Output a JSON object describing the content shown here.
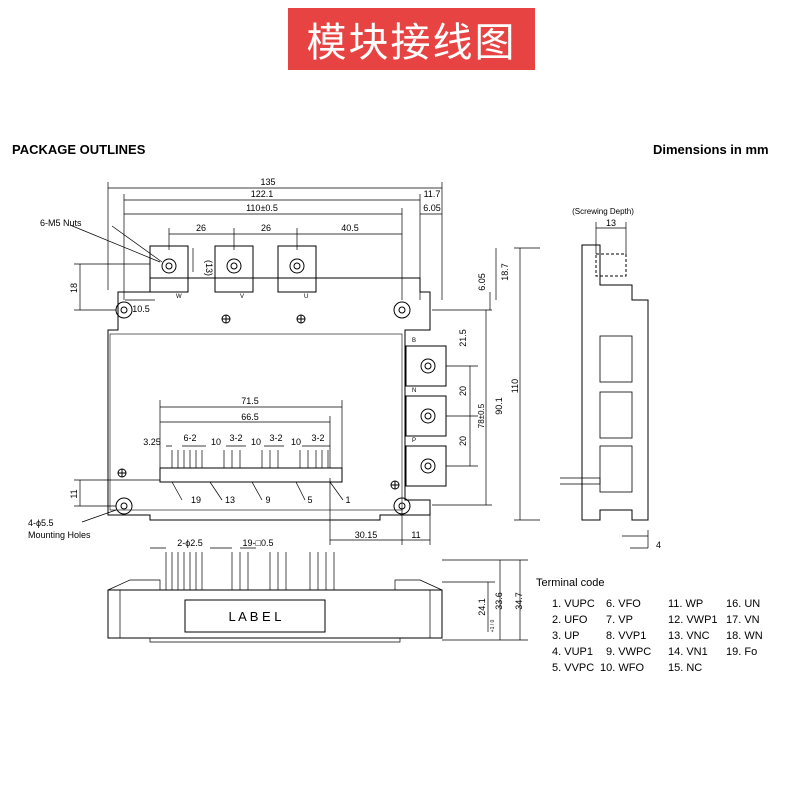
{
  "banner": {
    "title": "模块接线图",
    "bg_color": "#e84343"
  },
  "header": {
    "left": "PACKAGE OUTLINES",
    "right": "Dimensions in mm"
  },
  "top_view": {
    "dims": {
      "overall": "135",
      "span": "122.1",
      "right_end": "11.7",
      "inner": "110±0.5",
      "offset_right": "6.05",
      "pitch1": "26",
      "pitch2": "26",
      "pitch3": "40.5",
      "nut_h": "(13)",
      "height_18": "18",
      "height_10_5": "10.5",
      "r_6_05": "6.05",
      "r_18_7": "18.7",
      "r_21_5": "21.5",
      "r_20a": "20",
      "r_20b": "20",
      "r_78": "78±0.5",
      "r_90_1": "90.1",
      "r_110": "110",
      "pin_71_5": "71.5",
      "pin_66_5": "66.5",
      "pin_3_25": "3.25",
      "grp_a": "6-2",
      "grp_b": "3-2",
      "grp_c": "3-2",
      "grp_d": "3-2",
      "gap1": "10",
      "gap2": "10",
      "gap3": "10",
      "bot_11": "11",
      "bot_30_15": "30.15",
      "bot_11b": "11"
    },
    "callouts": {
      "nuts": "6-M5 Nuts",
      "holes_1": "4-ϕ5.5",
      "holes_2": "Mounting Holes"
    },
    "pin_numbers": [
      "19",
      "13",
      "9",
      "5",
      "1"
    ],
    "side_letters": [
      "B",
      "N",
      "P"
    ],
    "top_letters": [
      "W",
      "V",
      "U"
    ]
  },
  "side_view": {
    "depth_label": "(Screwing Depth)",
    "depth": "13",
    "thick": "4"
  },
  "front_view": {
    "label": "L A B E L",
    "pin_spec_1": "2-ϕ2.5",
    "pin_spec_2": "19-□0.5",
    "h_24_1": "24.1",
    "h_24_1_tol": "+1 / 0",
    "h_33_6": "33.6",
    "h_34_7": "34.7"
  },
  "terminal_code": {
    "title": "Terminal code",
    "columns": [
      [
        "1. VUPC",
        "2. UFO",
        "3. UP",
        "4. VUP1",
        "5. VVPC"
      ],
      [
        "6. VFO",
        "7. VP",
        "8. VVP1",
        "9. VWPC",
        "10. WFO"
      ],
      [
        "11. WP",
        "12. VWP1",
        "13. VNC",
        "14. VN1",
        "15. NC"
      ],
      [
        "16. UN",
        "17. VN",
        "18. WN",
        "19. Fo"
      ]
    ]
  }
}
